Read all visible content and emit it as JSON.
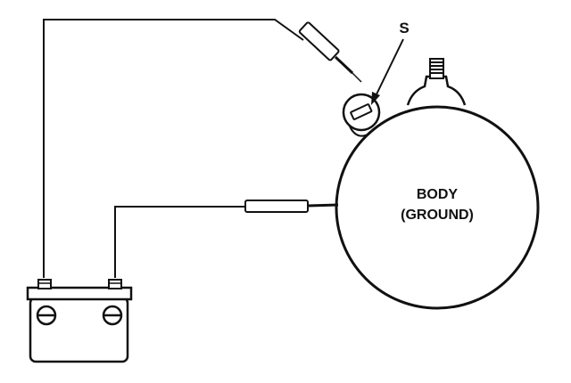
{
  "labels": {
    "s": "S",
    "body_line1": "BODY",
    "body_line2": "(GROUND)"
  },
  "colors": {
    "ink": "#111111",
    "paper": "#ffffff"
  }
}
